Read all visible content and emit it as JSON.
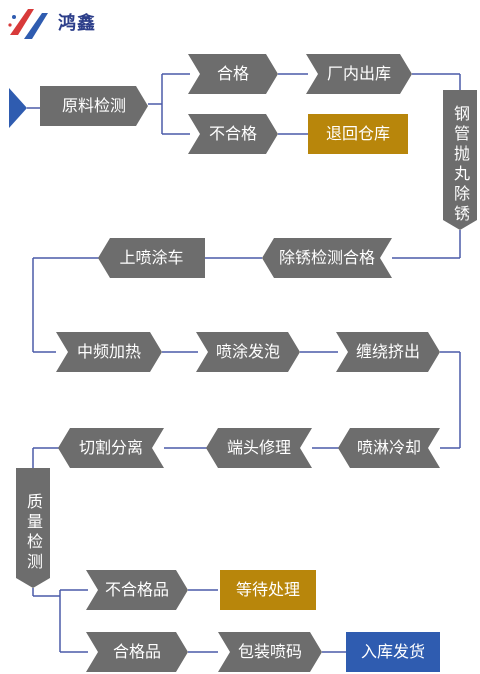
{
  "brand": {
    "name": "鸿鑫"
  },
  "colors": {
    "node": "#6d6d6d",
    "highlight": "#b8860b",
    "final": "#2f5cb0",
    "line": "#4a5aa8"
  },
  "flow": {
    "raw_inspect": "原料检测",
    "pass1": "合格",
    "store_in_plant": "厂内出库",
    "fail1": "不合格",
    "return_warehouse": "退回仓库",
    "shot_blast": "钢管抛丸除锈",
    "rust_ok": "除锈检测合格",
    "to_spray": "上喷涂车",
    "mid_heat": "中频加热",
    "spray_foam": "喷涂发泡",
    "wrap_extrude": "缠绕挤出",
    "spray_cool": "喷淋冷却",
    "end_trim": "端头修理",
    "cut_sep": "切割分离",
    "quality_check": "质量检测",
    "reject": "不合格品",
    "await_process": "等待处理",
    "accept": "合格品",
    "pack_print": "包装喷码",
    "ship": "入库发货"
  }
}
